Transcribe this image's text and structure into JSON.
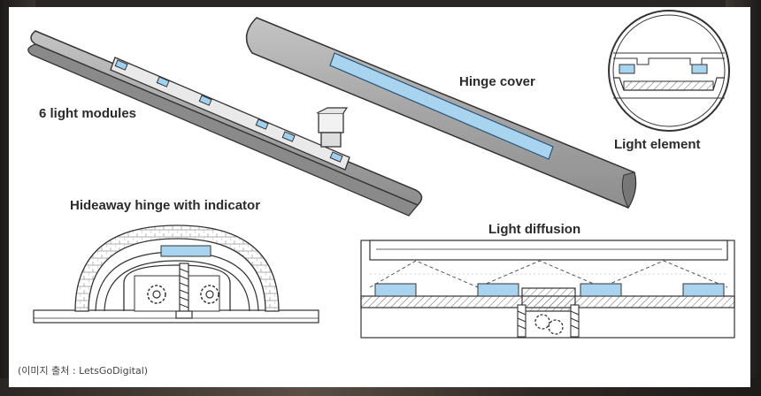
{
  "labels": {
    "light_modules": "6 light modules",
    "hinge_cover": "Hinge cover",
    "light_element": "Light element",
    "hideaway_hinge": "Hideaway hinge with indicator",
    "light_diffusion": "Light diffusion"
  },
  "credit": "(이미지 출처 : LetsGoDigital)",
  "colors": {
    "light_blue": "#a9d4f0",
    "body_gray": "#a3a3a3",
    "outline": "#333333"
  }
}
